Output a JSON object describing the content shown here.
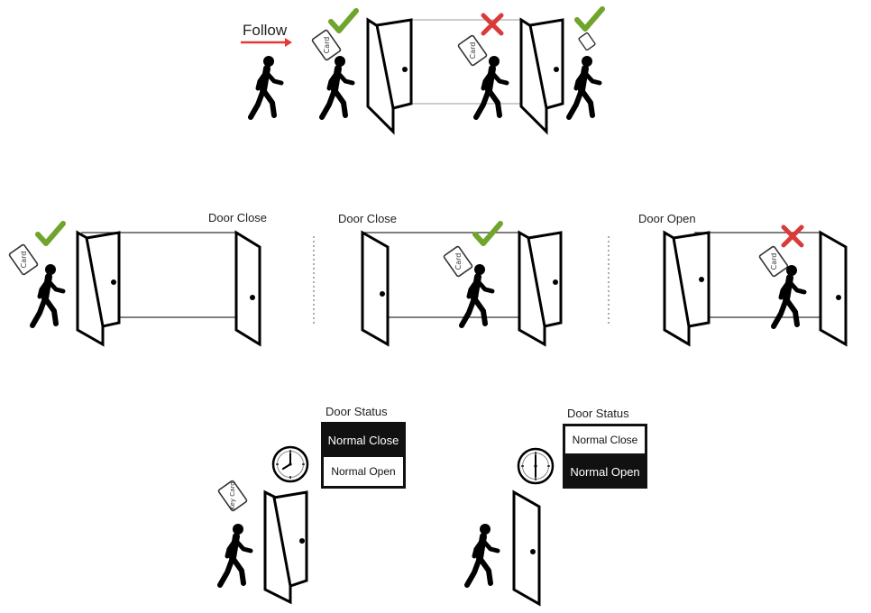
{
  "top": {
    "follow_label": "Follow",
    "card_label": "Card",
    "accent_red": "#e53935",
    "check_green": "#6fa52c",
    "cross_red": "#d93a3a"
  },
  "middle": {
    "panel1_label": "Door Close",
    "panel2_label": "Door Close",
    "panel3_label": "Door Open",
    "card_label": "Card"
  },
  "bottom": {
    "status1": {
      "title": "Door Status",
      "row1": "Normal Close",
      "row2": "Normal Open",
      "active": "row1"
    },
    "status2": {
      "title": "Door Status",
      "row1": "Normal Close",
      "row2": "Normal Open",
      "active": "row2"
    },
    "key_card_label": "Key Card",
    "clock1_time": "8:00",
    "clock2_time": "6:00"
  }
}
